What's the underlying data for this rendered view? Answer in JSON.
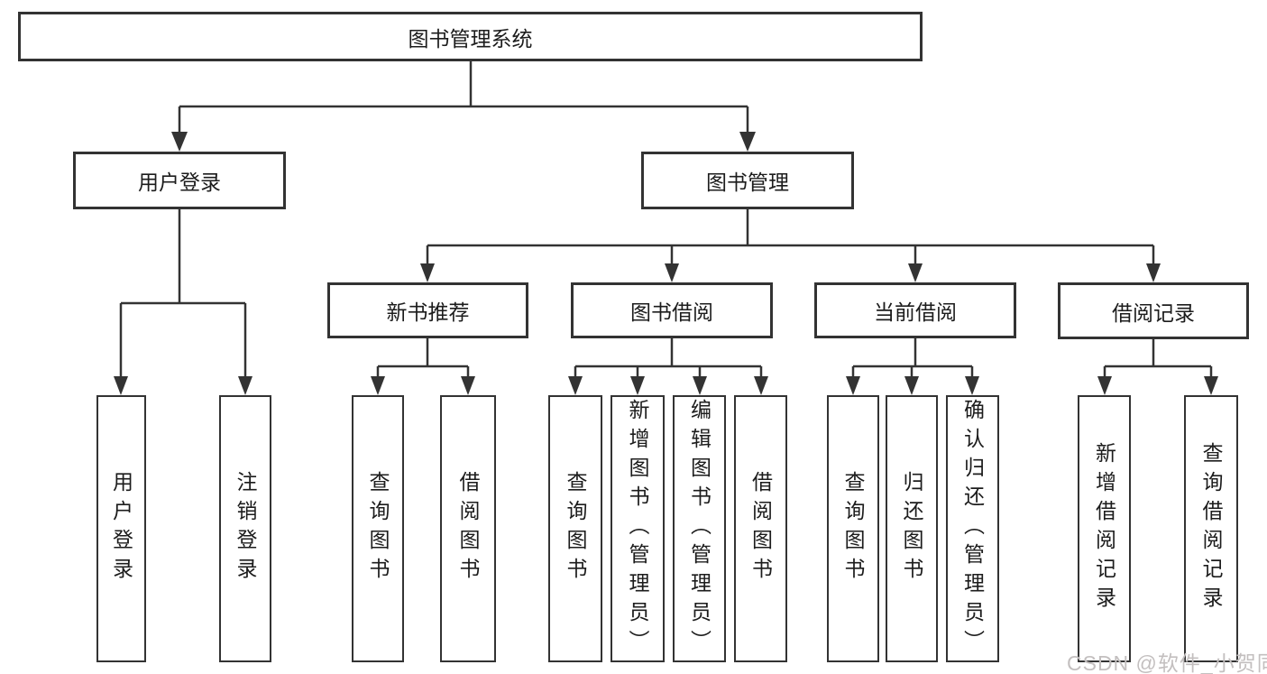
{
  "diagram": {
    "root": {
      "label": "图书管理系统"
    },
    "branches": [
      {
        "label": "用户登录",
        "children": [
          "用户登录",
          "注销登录"
        ]
      },
      {
        "label": "图书管理",
        "children": [
          {
            "label": "新书推荐",
            "children": [
              "查询图书",
              "借阅图书"
            ]
          },
          {
            "label": "图书借阅",
            "children": [
              "查询图书",
              "新增图书（管理员）",
              "编辑图书（管理员）",
              "借阅图书"
            ]
          },
          {
            "label": "当前借阅",
            "children": [
              "查询图书",
              "归还图书",
              "确认归还（管理员）"
            ]
          },
          {
            "label": "借阅记录",
            "children": [
              "新增借阅记录",
              "查询借阅记录"
            ]
          }
        ]
      }
    ]
  },
  "watermark": {
    "text": "CSDN @软件_小贺同学"
  },
  "colors": {
    "line": "#333333",
    "box_border": "#333333",
    "text": "#1c1c1c",
    "background": "#ffffff",
    "watermark": "#c3bfbf"
  }
}
